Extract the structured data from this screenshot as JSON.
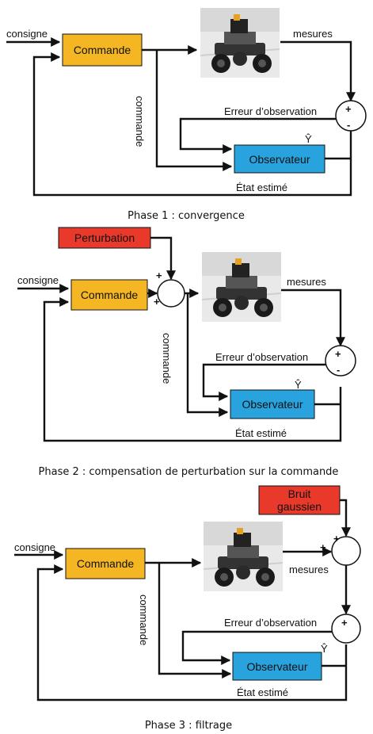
{
  "colors": {
    "commande": "#f5b623",
    "observateur": "#29a3dd",
    "perturbation": "#e8392b",
    "bruit": "#e8392b",
    "line": "#111111"
  },
  "labels": {
    "consigne": "consigne",
    "commande_box": "Commande",
    "mesures": "mesures",
    "commande_wire": "commande",
    "erreur": "Erreur d’observation",
    "observateur_box": "Observateur",
    "y_hat": "Ŷ",
    "etat": "État estimé",
    "perturbation": "Perturbation",
    "bruit_1": "Bruit",
    "bruit_2": "gaussien",
    "plus": "+",
    "minus": "-"
  },
  "captions": {
    "phase1": "Phase 1 : convergence",
    "phase2": "Phase 2 : compensation de perturbation sur la commande",
    "phase3": "Phase 3 : filtrage"
  },
  "icons": {
    "robot": "robot-photo-icon"
  }
}
